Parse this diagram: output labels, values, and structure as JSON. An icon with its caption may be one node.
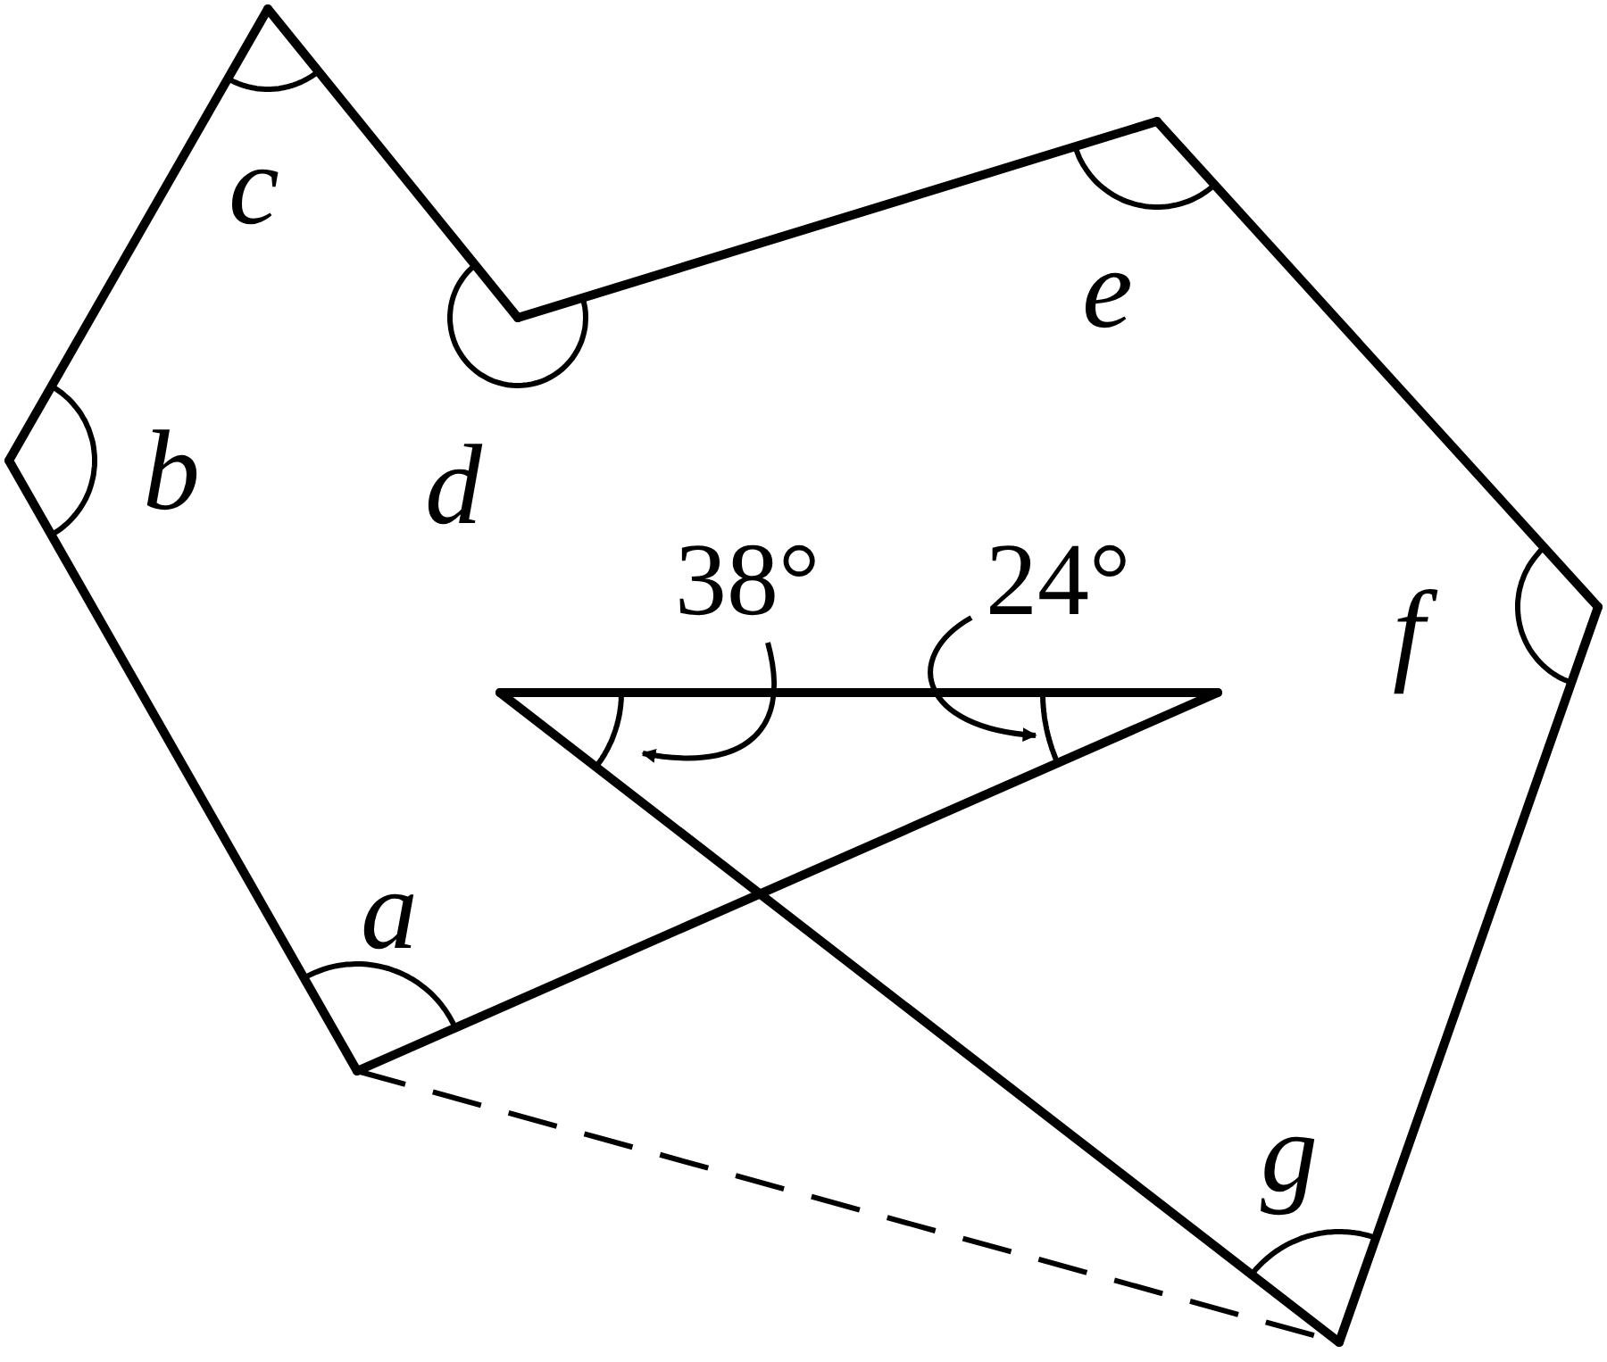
{
  "diagram": {
    "nodes": [
      {
        "text": [
          "38°"
        ]
      },
      {
        "text": [
          "24°"
        ]
      }
    ],
    "edges": [
      {
        "from": 0,
        "to": null,
        "arrow": "to"
      },
      {
        "from": 1,
        "to": null,
        "arrow": "to"
      }
    ],
    "labels": [
      "c",
      "e",
      "b",
      "d",
      "f",
      "a",
      "g"
    ]
  }
}
